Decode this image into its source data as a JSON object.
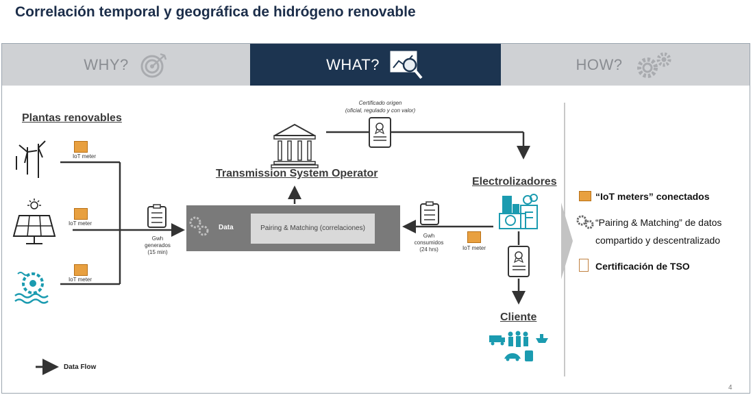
{
  "title": "Correlación temporal y geográfica de hidrógeno renovable",
  "tabs": [
    {
      "label": "WHY?",
      "icon": "target-icon",
      "active": false
    },
    {
      "label": "WHAT?",
      "icon": "analysis-icon",
      "active": true
    },
    {
      "label": "HOW?",
      "icon": "gears-icon",
      "active": false
    }
  ],
  "diagram": {
    "plantas_label": "Plantas renovables",
    "iot_meter_label": "IoT meter",
    "gwh_generados": [
      "Gwh",
      "generados",
      "(15 min)"
    ],
    "gwh_consumidos": [
      "Gwh",
      "consumidos",
      "(24 hrs)"
    ],
    "data_label": "Data",
    "pairing_label": "Pairing & Matching (correlaciones)",
    "tso_label": "Transmission System Operator",
    "certificado": [
      "Certificado origen",
      "(oficial, regulado y con valor)"
    ],
    "electrolizadores_label": "Electrolizadores",
    "cliente_label": "Cliente",
    "data_flow_label": "Data Flow"
  },
  "legend": {
    "item1": "“IoT meters” conectados",
    "item2_line1": "“Pairing & Matching” de datos",
    "item2_line2": "compartido y descentralizado",
    "item3": "Certificación de TSO"
  },
  "page_number": "4",
  "colors": {
    "title": "#1c2e4a",
    "active_tab": "#1c3450",
    "inactive_tab": "#cfd1d4",
    "iot_meter": "#e8a040",
    "teal": "#1b9bb0",
    "gray_box": "#7a7a7a"
  }
}
